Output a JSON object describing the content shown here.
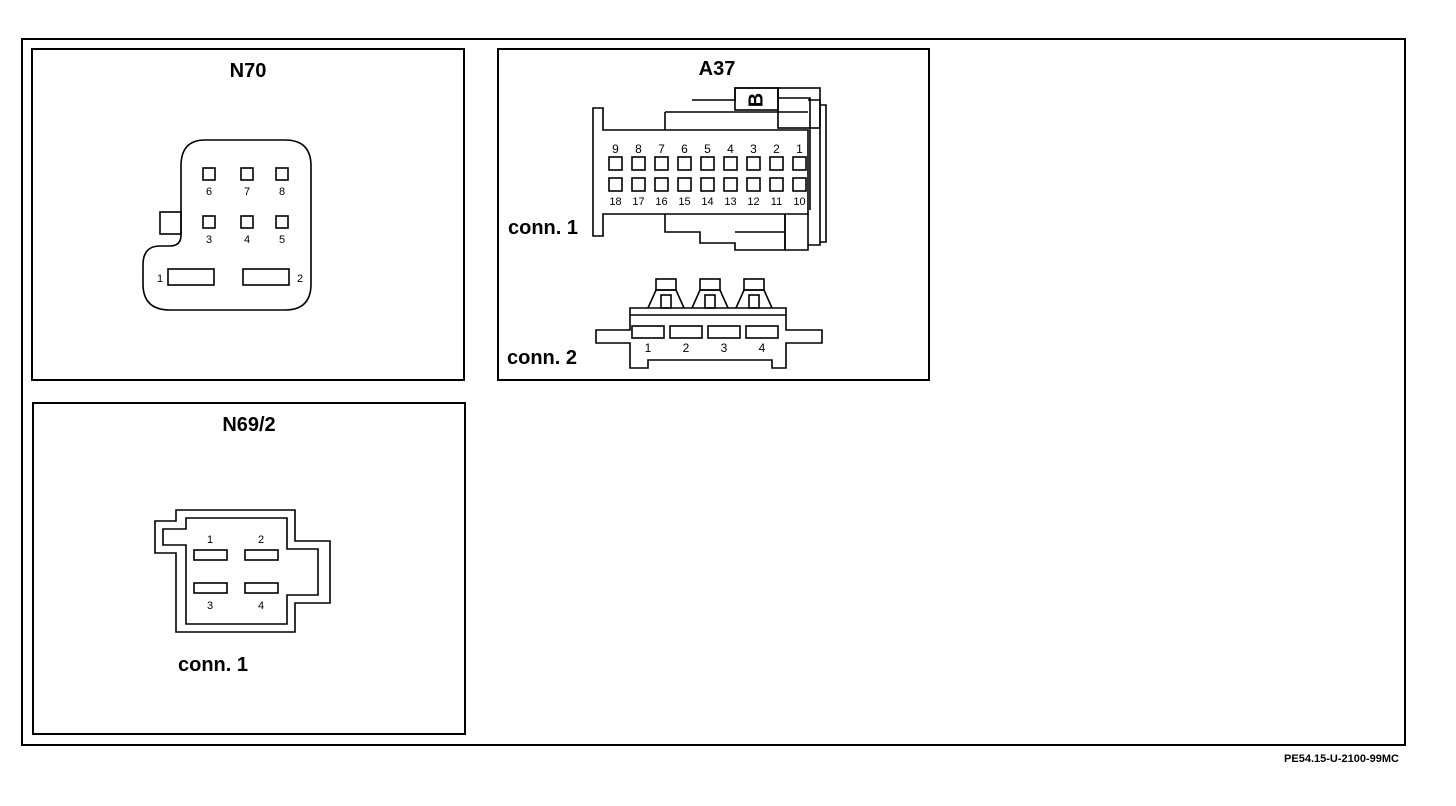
{
  "panels": {
    "n70": {
      "title": "N70",
      "pins_top": [
        "6",
        "7",
        "8"
      ],
      "pins_mid": [
        "3",
        "4",
        "5"
      ],
      "pins_bottom": [
        "1",
        "2"
      ]
    },
    "a37": {
      "title": "A37",
      "coding_letter": "B",
      "conn1_label": "conn. 1",
      "conn1_pins_top": [
        "9",
        "8",
        "7",
        "6",
        "5",
        "4",
        "3",
        "2",
        "1"
      ],
      "conn1_pins_bottom": [
        "18",
        "17",
        "16",
        "15",
        "14",
        "13",
        "12",
        "11",
        "10"
      ],
      "conn2_label": "conn. 2",
      "conn2_pins": [
        "1",
        "2",
        "3",
        "4"
      ]
    },
    "n69_2": {
      "title": "N69/2",
      "conn1_label": "conn. 1",
      "pins_top": [
        "1",
        "2"
      ],
      "pins_bottom": [
        "3",
        "4"
      ]
    }
  },
  "footer": {
    "reference": "PE54.15-U-2100-99MC"
  }
}
